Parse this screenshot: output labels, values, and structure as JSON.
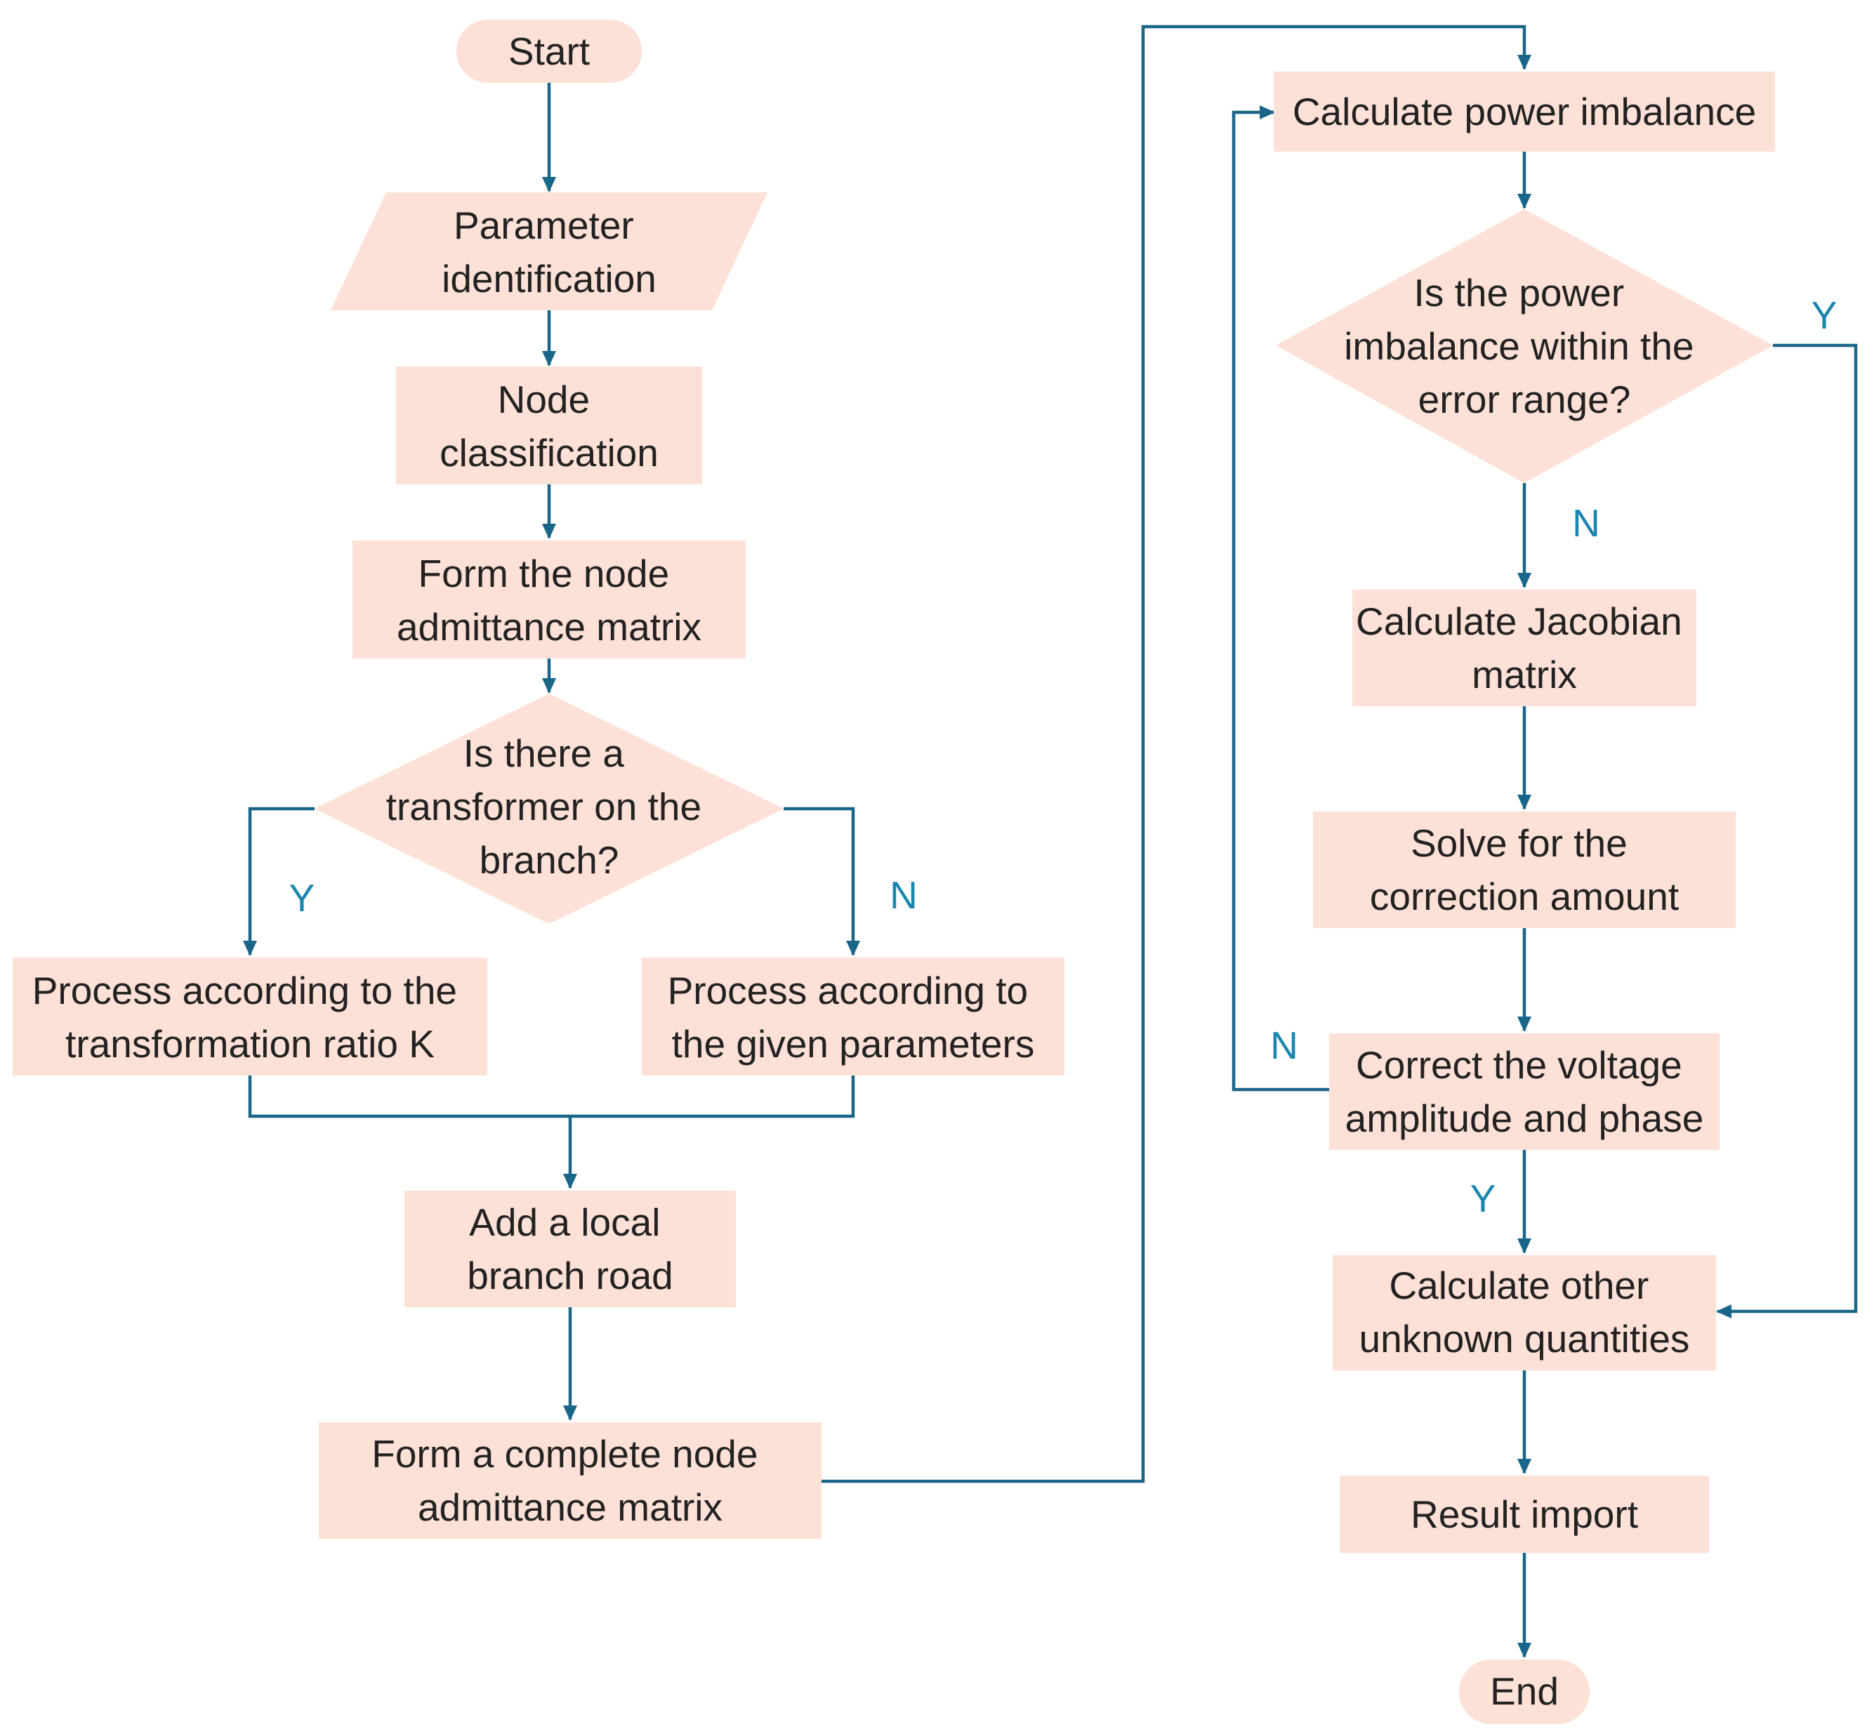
{
  "colors": {
    "node_fill": "#fde0d6",
    "edge": "#1a6688",
    "branch_label": "#1a86b0",
    "text": "#222222"
  },
  "nodes": {
    "start": {
      "lines": [
        "Start"
      ]
    },
    "param": {
      "lines": [
        "Parameter",
        "identification"
      ]
    },
    "nodeclass": {
      "lines": [
        "Node",
        "classification"
      ]
    },
    "formnode": {
      "lines": [
        "Form the node",
        "admittance matrix"
      ]
    },
    "transformer_q": {
      "lines": [
        "Is there a",
        "transformer on the",
        "branch?"
      ]
    },
    "procK": {
      "lines": [
        "Process according to the",
        "transformation ratio K"
      ]
    },
    "procgiven": {
      "lines": [
        "Process according to",
        "the given parameters"
      ]
    },
    "addlocal": {
      "lines": [
        "Add a local",
        "branch road"
      ]
    },
    "complete": {
      "lines": [
        "Form a complete node",
        "admittance matrix"
      ]
    },
    "calcpower": {
      "lines": [
        "Calculate power imbalance"
      ]
    },
    "within_q": {
      "lines": [
        "Is the power",
        "imbalance within the",
        "error range?"
      ]
    },
    "jacobian": {
      "lines": [
        "Calculate Jacobian",
        "matrix"
      ]
    },
    "solve": {
      "lines": [
        "Solve for the",
        "correction amount"
      ]
    },
    "correct": {
      "lines": [
        "Correct the voltage",
        "amplitude and phase"
      ]
    },
    "other": {
      "lines": [
        "Calculate other",
        "unknown quantities"
      ]
    },
    "result": {
      "lines": [
        "Result import"
      ]
    },
    "end": {
      "lines": [
        "End"
      ]
    }
  },
  "branch_labels": {
    "transformer_yes": "Y",
    "transformer_no": "N",
    "within_yes": "Y",
    "within_no": "N",
    "correct_no": "N",
    "correct_yes": "Y"
  }
}
